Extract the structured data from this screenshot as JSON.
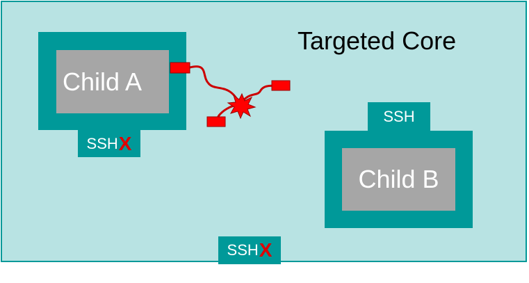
{
  "core": {
    "label": "Targeted Core"
  },
  "child_a": {
    "label": "Child A",
    "ssh_label": "SSH",
    "ssh_mark": "X"
  },
  "child_b": {
    "label": "Child B",
    "ssh_label": "SSH"
  },
  "core_ssh": {
    "label": "SSH",
    "mark": "X"
  },
  "colors": {
    "background": "#b8e3e3",
    "frame": "#009999",
    "child": "#a6a6a6",
    "fault": "#e00000",
    "wire": "#cc0000"
  }
}
